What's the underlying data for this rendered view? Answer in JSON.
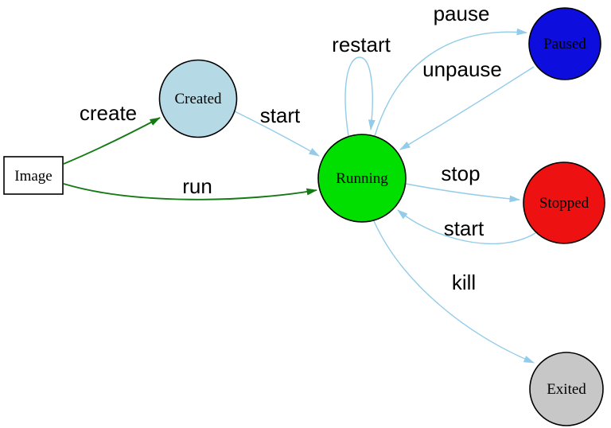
{
  "diagram": {
    "type": "state-machine",
    "background": "#ffffff",
    "nodes": [
      {
        "id": "image",
        "label": "Image",
        "shape": "rectangle",
        "fill": "#ffffff",
        "stroke": "#2222dd",
        "text_color": "#000000"
      },
      {
        "id": "created",
        "label": "Created",
        "shape": "circle",
        "fill": "#b5d9e5",
        "stroke": "#000000",
        "text_color": "#000000"
      },
      {
        "id": "running",
        "label": "Running",
        "shape": "circle",
        "fill": "#00df00",
        "stroke": "#000000",
        "text_color": "#000000"
      },
      {
        "id": "paused",
        "label": "Paused",
        "shape": "circle",
        "fill": "#0d0dde",
        "stroke": "#000000",
        "text_color": "#000000"
      },
      {
        "id": "stopped",
        "label": "Stopped",
        "shape": "circle",
        "fill": "#ee1111",
        "stroke": "#000000",
        "text_color": "#000000"
      },
      {
        "id": "exited",
        "label": "Exited",
        "shape": "circle",
        "fill": "#c7c7c7",
        "stroke": "#000000",
        "text_color": "#000000"
      }
    ],
    "edges": [
      {
        "from": "image",
        "to": "created",
        "label": "create",
        "color": "#147a14"
      },
      {
        "from": "image",
        "to": "running",
        "label": "run",
        "color": "#147a14"
      },
      {
        "from": "created",
        "to": "running",
        "label": "start",
        "color": "#92cce8"
      },
      {
        "from": "running",
        "to": "running",
        "label": "restart",
        "color": "#92cce8"
      },
      {
        "from": "running",
        "to": "paused",
        "label": "pause",
        "color": "#92cce8"
      },
      {
        "from": "paused",
        "to": "running",
        "label": "unpause",
        "color": "#92cce8"
      },
      {
        "from": "running",
        "to": "stopped",
        "label": "stop",
        "color": "#92cce8"
      },
      {
        "from": "stopped",
        "to": "running",
        "label": "start",
        "color": "#92cce8"
      },
      {
        "from": "running",
        "to": "exited",
        "label": "kill",
        "color": "#92cce8"
      }
    ]
  }
}
